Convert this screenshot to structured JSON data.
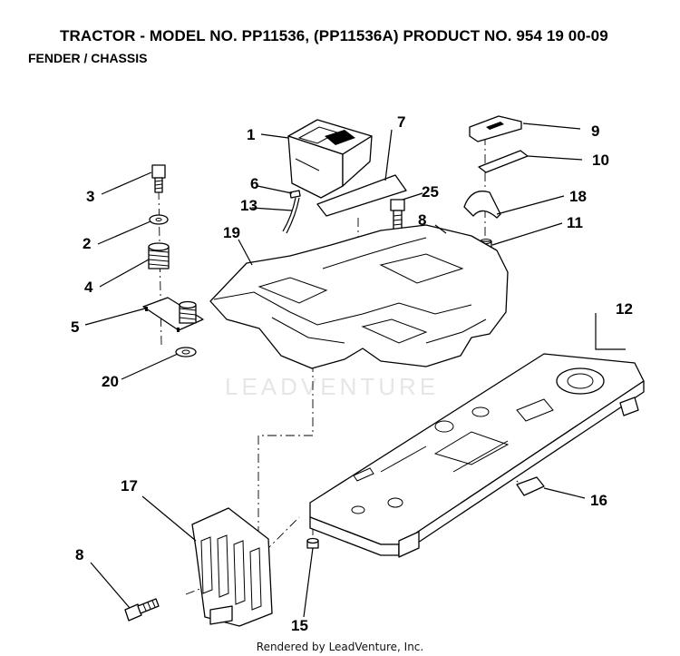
{
  "header": {
    "title": "TRACTOR - MODEL NO. PP11536, (PP11536A)  PRODUCT NO. 954 19 00-09",
    "subtitle": "FENDER / CHASSIS"
  },
  "watermark": "LEADVENTURE",
  "footer": "Rendered by LeadVenture, Inc.",
  "callouts": [
    "1",
    "2",
    "3",
    "4",
    "5",
    "6",
    "7",
    "8",
    "9",
    "10",
    "11",
    "12",
    "13",
    "15",
    "16",
    "17",
    "18",
    "19",
    "20",
    "25",
    "8"
  ]
}
